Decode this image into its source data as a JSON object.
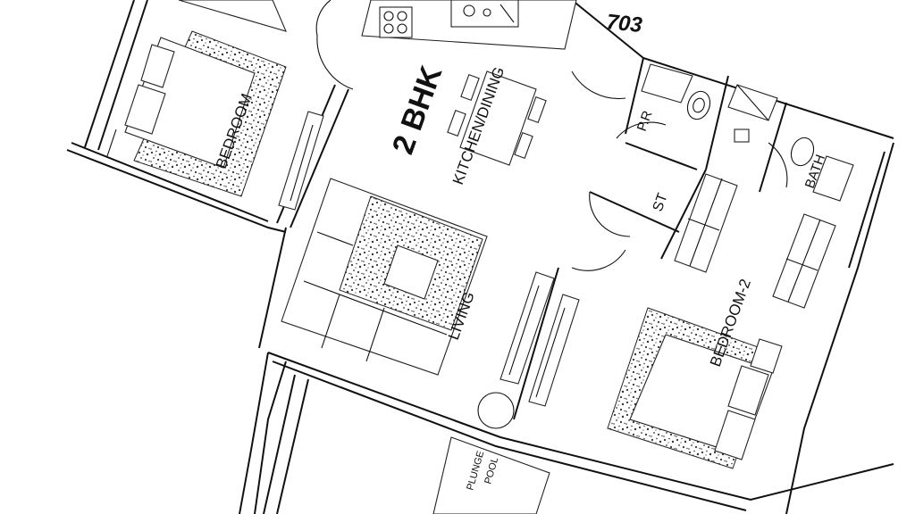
{
  "plan": {
    "unit_number": "703",
    "unit_type": "2 BHK",
    "rooms": {
      "bedroom_1": "BEDROOM",
      "kitchen_dining": "KITCHEN/DINING",
      "living": "LIVING",
      "bedroom_2": "BEDROOM-2",
      "puja_room": "P.R",
      "store": "ST",
      "bath": "BATH",
      "plunge_pool_line1": "PLUNGE",
      "plunge_pool_line2": "POOL"
    },
    "colors": {
      "line": "#111111",
      "background": "#ffffff",
      "hatch": "#333333"
    }
  }
}
